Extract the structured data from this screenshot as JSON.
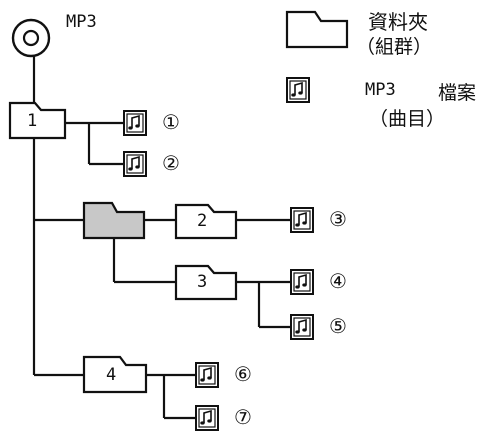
{
  "root_label": "MP3",
  "legend": {
    "folder_title": "資料夾",
    "folder_sub": "（組群）",
    "file_title_prefix": "MP3",
    "file_title_suffix": "檔案",
    "file_sub": "（曲目）"
  },
  "folders": [
    "1",
    "",
    "2",
    "3",
    "4"
  ],
  "tracks": [
    "①",
    "②",
    "③",
    "④",
    "⑤",
    "⑥",
    "⑦"
  ]
}
